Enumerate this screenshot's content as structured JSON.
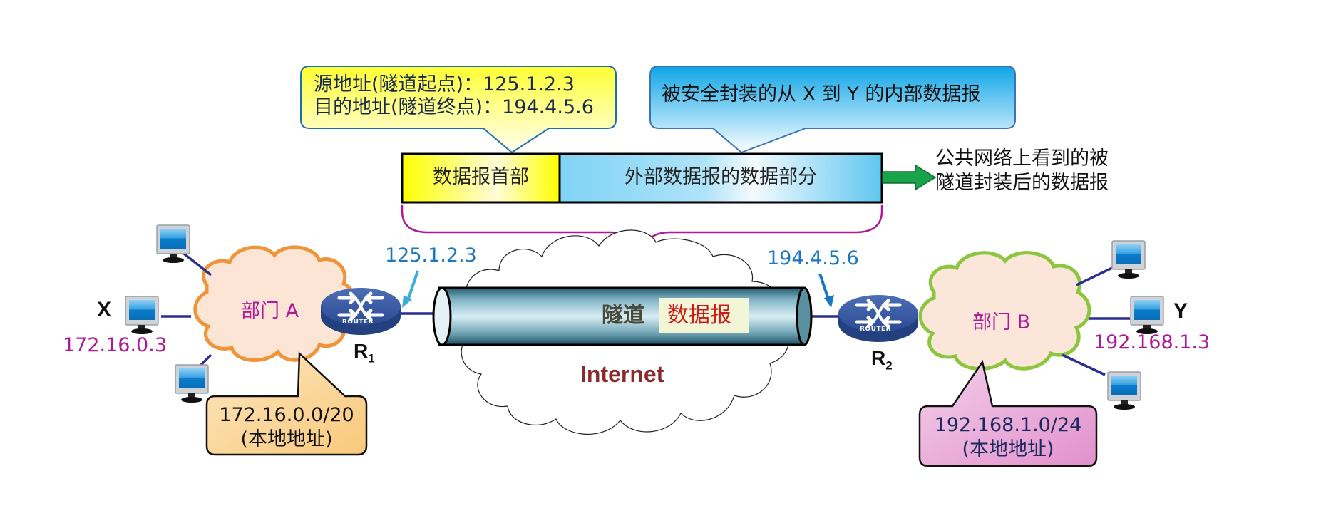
{
  "callouts": {
    "tunnel_addresses": {
      "line1": "源地址(隧道起点)：125.1.2.3",
      "line2": "目的地址(隧道终点)：194.4.5.6",
      "fill_top": "#ffff33",
      "fill_bottom": "#fffff0",
      "border": "#1f6fb0"
    },
    "inner_datagram": {
      "text": "被安全封装的从 X 到 Y 的内部数据报",
      "fill_top": "#1aa9e6",
      "fill_bottom": "#ffffff",
      "border": "#3a74b6"
    }
  },
  "datagram_bar": {
    "header_label": "数据报首部",
    "data_label": "外部数据报的数据部分",
    "header_color": "#ffff00",
    "data_color": "#7fd3f5"
  },
  "public_view_label": {
    "line1": "公共网络上看到的被",
    "line2": "隧道封装后的数据报",
    "arrow_color": "#19a34a"
  },
  "internet": {
    "label": "Internet",
    "label_color": "#8b2a2a",
    "tunnel_label": "隧道",
    "tunnel_payload": "数据报",
    "payload_color": "#cc1a1a"
  },
  "left_site": {
    "host_label": "X",
    "host_ip": "172.16.0.3",
    "department": "部门 A",
    "router_label": "R",
    "router_sub": "1",
    "router_badge": "ROUTER",
    "router_public_ip": "125.1.2.3",
    "subnet": "172.16.0.0/20",
    "subnet_note": "(本地地址)",
    "cloud_border": "#f0943a",
    "cloud_fill": "#fde5d6",
    "callout_fill": "#fcd99a"
  },
  "right_site": {
    "host_label": "Y",
    "host_ip": "192.168.1.3",
    "department": "部门 B",
    "router_label": "R",
    "router_sub": "2",
    "router_badge": "ROUTER",
    "router_public_ip": "194.4.5.6",
    "subnet": "192.168.1.0/24",
    "subnet_note": "(本地地址)",
    "cloud_border": "#8cc63f",
    "cloud_fill": "#fbe6d9",
    "callout_fill": "#e8a6d6"
  }
}
